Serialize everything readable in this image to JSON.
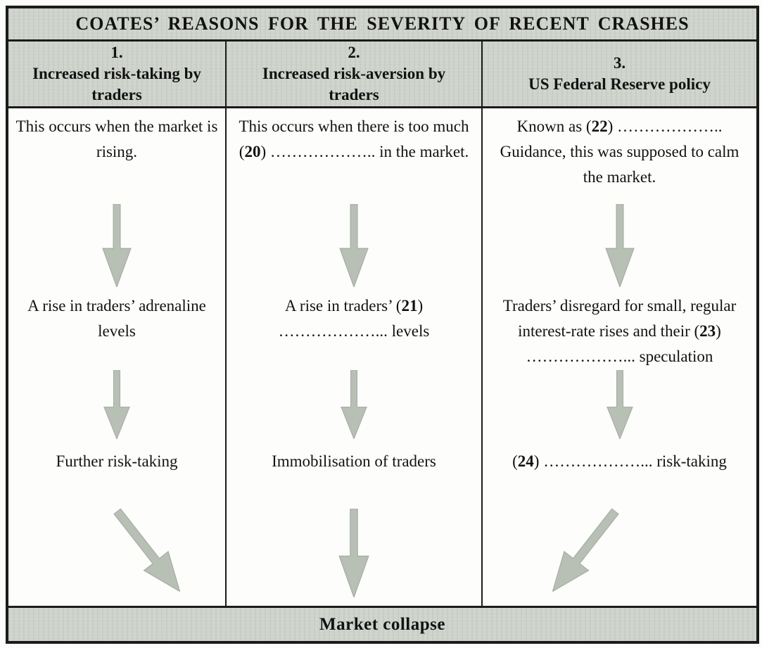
{
  "title": "COATES’ REASONS FOR THE SEVERITY OF RECENT CRASHES",
  "footer": "Market collapse",
  "colors": {
    "panel_gray": "#ced3cb",
    "arrow_fill": "#b8bfb5",
    "arrow_edge": "#9faa9e",
    "border_black": "#1b1b1b",
    "text_black": "#121212",
    "page_white": "#fcfcfb"
  },
  "columns": [
    {
      "number": "1.",
      "heading": "Increased risk-taking by traders",
      "step1": [
        {
          "t": "This occurs when the market is rising."
        }
      ],
      "step2": [
        {
          "t": "A rise in traders’ adrenaline levels"
        }
      ],
      "step3": [
        {
          "t": "Further risk-taking"
        }
      ],
      "final_arrow": "diagonal-down-right"
    },
    {
      "number": "2.",
      "heading": "Increased risk-aversion by traders",
      "step1": [
        {
          "t": "This occurs when there is too much ("
        },
        {
          "t": "20",
          "b": true
        },
        {
          "t": ") ……………….. in the market."
        }
      ],
      "step2": [
        {
          "t": "A rise in traders’ ("
        },
        {
          "t": "21",
          "b": true
        },
        {
          "t": ") ………………... levels"
        }
      ],
      "step3": [
        {
          "t": "Immobilisation of traders"
        }
      ],
      "final_arrow": "down"
    },
    {
      "number": "3.",
      "heading": "US Federal Reserve policy",
      "step1": [
        {
          "t": "Known as ("
        },
        {
          "t": "22",
          "b": true
        },
        {
          "t": ") ……………….. Guidance, this was supposed to calm the market."
        }
      ],
      "step2": [
        {
          "t": "Traders’ disregard for small, regular interest-rate rises and their ("
        },
        {
          "t": "23",
          "b": true
        },
        {
          "t": ") ………………... speculation"
        }
      ],
      "step3": [
        {
          "t": "("
        },
        {
          "t": "24",
          "b": true
        },
        {
          "t": ") ………………... risk-taking"
        }
      ],
      "final_arrow": "diagonal-down-left"
    }
  ]
}
